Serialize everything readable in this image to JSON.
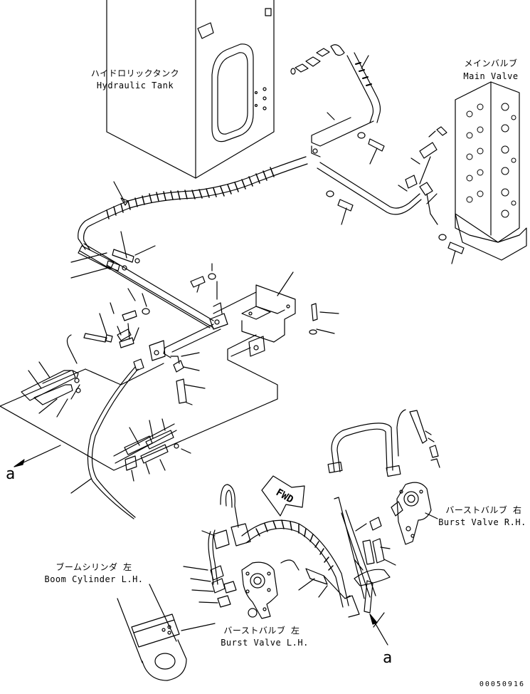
{
  "labels": {
    "hydraulic_tank_jp": "ハイドロリックタンク",
    "hydraulic_tank_en": "Hydraulic Tank",
    "main_valve_jp": "メインバルブ",
    "main_valve_en": "Main Valve",
    "burst_valve_rh_jp": "バーストバルブ 右",
    "burst_valve_rh_en": "Burst Valve R.H.",
    "burst_valve_lh_jp": "バーストバルブ 左",
    "burst_valve_lh_en": "Burst Valve L.H.",
    "boom_cylinder_lh_jp": "ブームシリンダ 左",
    "boom_cylinder_lh_en": "Boom Cylinder L.H.",
    "fwd": "FWD",
    "ref_a_left": "a",
    "ref_a_bottom": "a",
    "drawing_number": "00050916"
  },
  "colors": {
    "line": "#000000",
    "background": "#ffffff"
  }
}
